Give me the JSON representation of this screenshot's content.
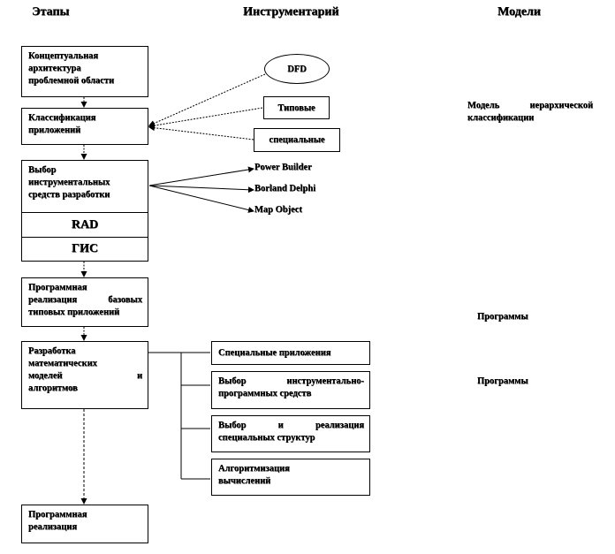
{
  "headers": {
    "stages": "Этапы",
    "tools": "Инструментарий",
    "models": "Модели"
  },
  "stages": {
    "conceptual": [
      "Концептуальная",
      "архитектура",
      "проблемной области"
    ],
    "classification": [
      "Классификация",
      "приложений"
    ],
    "tool_choice": [
      "Выбор",
      "инструментальных",
      "средств разработки"
    ],
    "rad": "RAD",
    "gis": "ГИС",
    "base_impl": [
      "Программная",
      "реализация базовых",
      "типовых приложений"
    ],
    "math_dev": [
      "Разработка",
      "математических",
      "моделей и",
      "алгоритмов"
    ],
    "final_impl": [
      "Программная",
      "реализация"
    ]
  },
  "tools": {
    "dfd": "DFD",
    "typical": "Типовые",
    "special": "специальные",
    "power_builder": "Power Builder",
    "borland_delphi": "Borland Delphi",
    "map_object": "Map Object"
  },
  "sub_boxes": {
    "special_apps": "Специальные приложения",
    "tool_prog_choice": [
      "Выбор инструментально-",
      "программных средств"
    ],
    "struct_choice": [
      "Выбор и реализация",
      "специальных структур"
    ],
    "algorithmization": [
      "Алгоритмизация",
      "вычислений"
    ]
  },
  "models": {
    "hier_model": [
      "Модель иерархической",
      "классификации"
    ],
    "programs_1": "Программы",
    "programs_2": "Программы"
  }
}
